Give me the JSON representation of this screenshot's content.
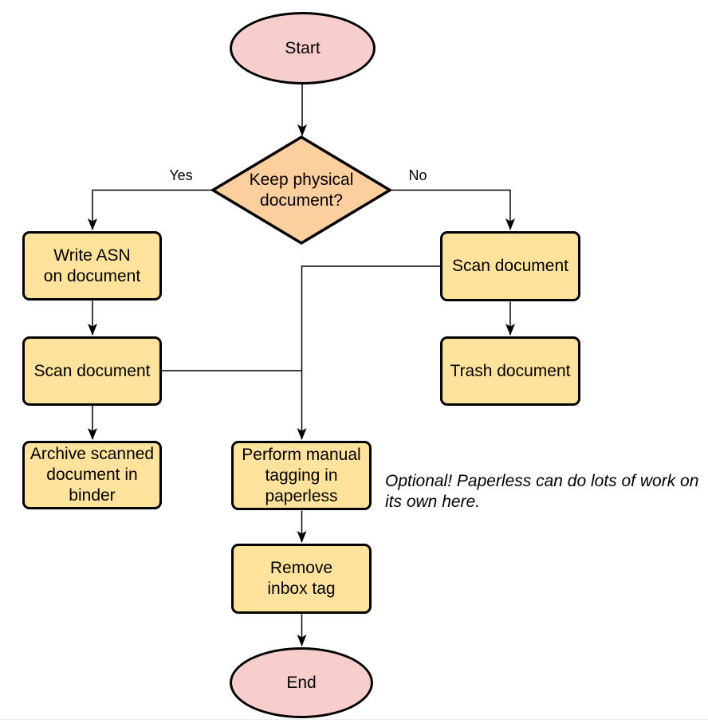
{
  "colors": {
    "terminal_fill": "#f8cecc",
    "decision_fill": "#fdce9e",
    "process_fill": "#ffe29b",
    "line": "#000000",
    "divider": "#ededed"
  },
  "flowchart": {
    "nodes": {
      "start": {
        "label": "Start",
        "type": "terminal"
      },
      "decision": {
        "label": "Keep physical\ndocument?",
        "type": "decision"
      },
      "write_asn": {
        "label": "Write ASN\non document",
        "type": "process"
      },
      "scan_left": {
        "label": "Scan document",
        "type": "process"
      },
      "archive": {
        "label": "Archive scanned\ndocument in\nbinder",
        "type": "process"
      },
      "scan_right": {
        "label": "Scan document",
        "type": "process"
      },
      "trash": {
        "label": "Trash document",
        "type": "process"
      },
      "tagging": {
        "label": "Perform manual\ntagging in\npaperless",
        "type": "process"
      },
      "remove_inbox": {
        "label": "Remove\ninbox tag",
        "type": "process"
      },
      "end": {
        "label": "End",
        "type": "terminal"
      }
    },
    "edge_labels": {
      "yes": "Yes",
      "no": "No"
    },
    "annotation": "Optional! Paperless can do lots of work on\nits own here."
  }
}
